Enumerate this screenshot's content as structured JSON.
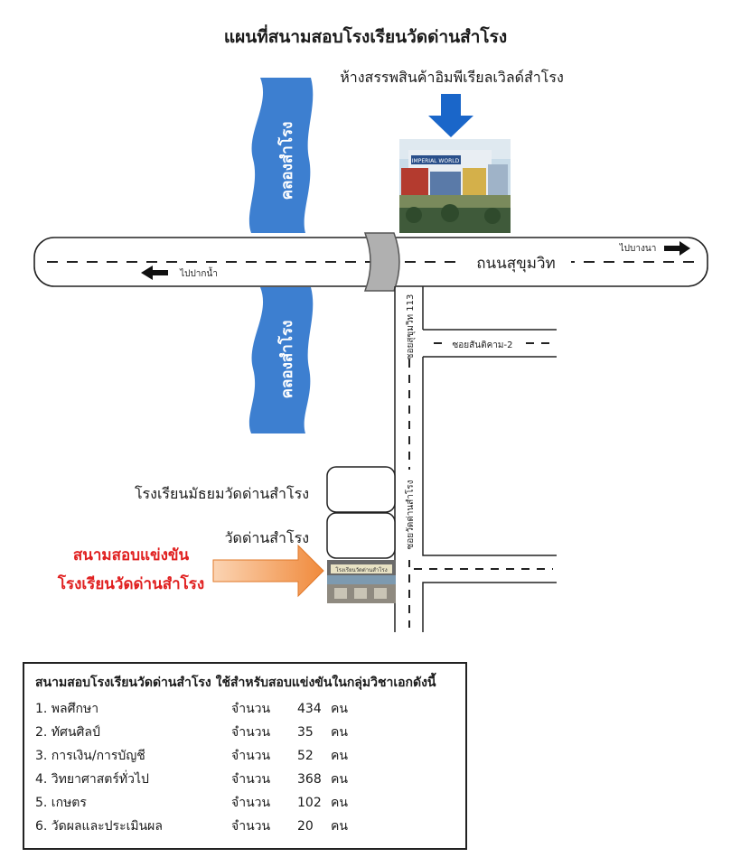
{
  "title": "แผนที่สนามสอบโรงเรียนวัดด่านสำโรง",
  "landmarks": {
    "mall": "ห้างสรรพสินค้าอิมพีเรียลเวิลด์สำโรง",
    "canal_top": "คลองสำโรง",
    "canal_bottom": "คลองสำโรง",
    "main_road": "ถนนสุขุมวิท",
    "to_bangna": "ไปบางนา",
    "to_paknam": "ไปปากน้ำ",
    "soi_sukhumvit": "ซอยสุขุมวิท 113",
    "soi_tham": "ซอยสันติคาม-2",
    "soi_watdan": "ซอยวัดด่านสำโรง",
    "secondary_school": "โรงเรียนมัธยมวัดด่านสำโรง",
    "temple": "วัดด่านสำโรง",
    "venue_line1": "สนามสอบแข่งขัน",
    "venue_line2": "โรงเรียนวัดด่านสำโรง",
    "mall_sign": "IMPERIAL WORLD",
    "school_sign": "โรงเรียนวัดด่านสำโรง"
  },
  "colors": {
    "canal": "#3d7fd0",
    "arrow_blue": "#1a66c9",
    "arrow_orange": "#f08a3c",
    "bridge": "#b0b0b0",
    "venue_text": "#e02020"
  },
  "info": {
    "header": "สนามสอบโรงเรียนวัดด่านสำโรง ใช้สำหรับสอบแข่งขันในกลุ่มวิชาเอกดังนี้",
    "rows": [
      {
        "subject": "1. พลศึกษา",
        "label": "จำนวน",
        "count": "434",
        "unit": "คน"
      },
      {
        "subject": "2. ทัศนศิลป์",
        "label": "จำนวน",
        "count": "35",
        "unit": "คน"
      },
      {
        "subject": "3. การเงิน/การบัญชี",
        "label": "จำนวน",
        "count": "52",
        "unit": "คน"
      },
      {
        "subject": "4. วิทยาศาสตร์ทั่วไป",
        "label": "จำนวน",
        "count": "368",
        "unit": "คน"
      },
      {
        "subject": "5. เกษตร",
        "label": "จำนวน",
        "count": "102",
        "unit": "คน"
      },
      {
        "subject": "6. วัดผลและประเมินผล",
        "label": "จำนวน",
        "count": "20",
        "unit": "คน"
      }
    ]
  }
}
